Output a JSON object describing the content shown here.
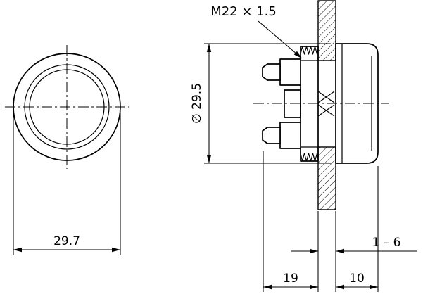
{
  "drawing": {
    "labels": {
      "thread_size": "M22 × 1.5",
      "bezel_diameter": "∅ 29.5",
      "front_diameter": "29.7",
      "panel_thickness_range": "1 – 6",
      "mounting_depth": "19",
      "front_projection": "10"
    },
    "colors": {
      "line": "#000000",
      "background": "#ffffff"
    }
  }
}
